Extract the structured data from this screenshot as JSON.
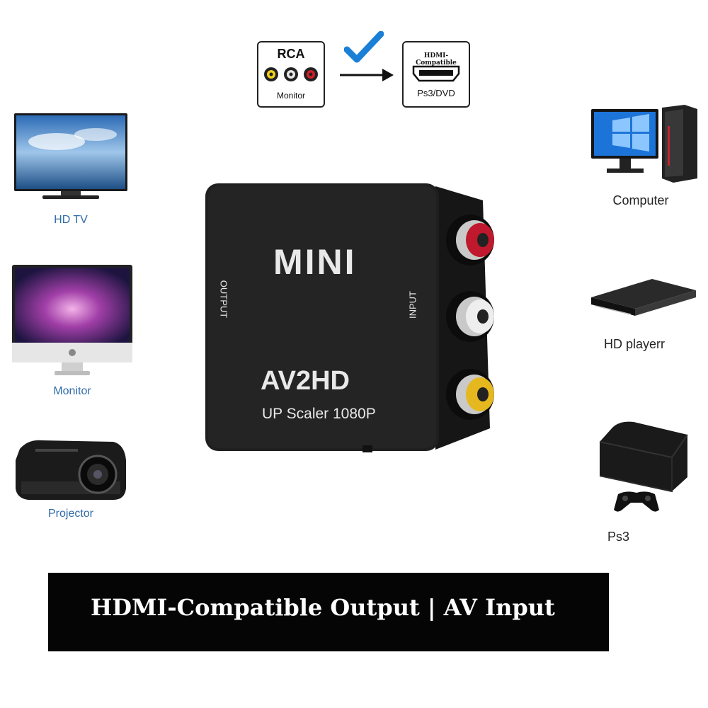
{
  "diagram": {
    "source": {
      "title": "RCA",
      "caption": "Monitor"
    },
    "target": {
      "title": "HDMI-Compatible",
      "caption": "Ps3/DVD"
    },
    "check_icon": "checkmark-icon",
    "arrow_icon": "right-arrow-icon"
  },
  "left_devices": [
    {
      "label": "HD TV",
      "icon": "hd-tv-icon"
    },
    {
      "label": "Monitor",
      "icon": "monitor-icon"
    },
    {
      "label": "Projector",
      "icon": "projector-icon"
    }
  ],
  "right_devices": [
    {
      "label": "Computer",
      "icon": "computer-icon"
    },
    {
      "label": "HD playerr",
      "icon": "hd-player-icon"
    },
    {
      "label": "Ps3",
      "icon": "ps3-icon"
    }
  ],
  "converter": {
    "brand": "MINI",
    "model": "AV2HD",
    "subtitle": "UP Scaler 1080P",
    "output_label": "OUTPUT",
    "input_label": "INPUT",
    "jack_colors": [
      "#c0182c",
      "#eeeeee",
      "#e6b820"
    ]
  },
  "banner": {
    "text": "HDMI-Compatible Output | AV Input"
  },
  "colors": {
    "accent_blue": "#1a7fd6",
    "label_blue": "#2f6aa8",
    "banner_bg": "#050505"
  }
}
